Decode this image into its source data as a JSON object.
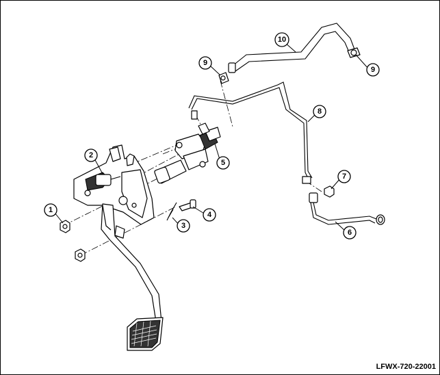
{
  "figure_code": "LFWX-720-22001",
  "callouts": [
    "1",
    "2",
    "3",
    "4",
    "5",
    "6",
    "7",
    "8",
    "9",
    "9",
    "10"
  ]
}
